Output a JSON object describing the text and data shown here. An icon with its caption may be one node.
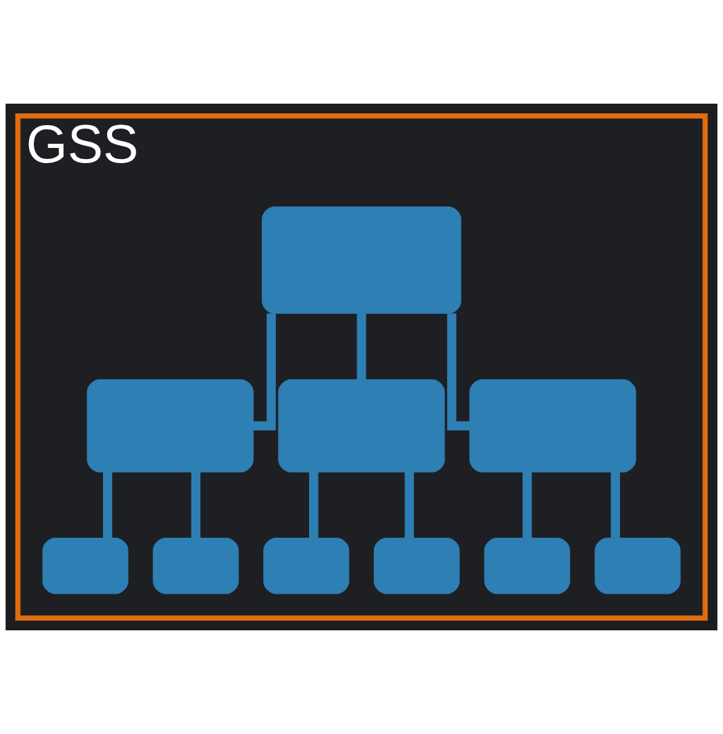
{
  "diagram": {
    "nodes": [
      {
        "text": [
          "GSS"
        ]
      },
      {
        "text": [],
        "shape": "box",
        "in": 0
      },
      {
        "text": [],
        "shape": "box",
        "in": 0
      },
      {
        "text": [],
        "shape": "box",
        "in": 0
      },
      {
        "text": [],
        "shape": "box",
        "in": 0
      },
      {
        "text": [],
        "shape": "box",
        "in": 0
      },
      {
        "text": [],
        "shape": "box",
        "in": 0
      },
      {
        "text": [],
        "shape": "box",
        "in": 0
      },
      {
        "text": [],
        "shape": "box",
        "in": 0
      },
      {
        "text": [],
        "shape": "box",
        "in": 0
      },
      {
        "text": [],
        "shape": "box",
        "in": 0
      }
    ],
    "edges": [
      {
        "from": 1,
        "to": 2,
        "arrow": "none"
      },
      {
        "from": 1,
        "to": 3,
        "arrow": "none"
      },
      {
        "from": 1,
        "to": 4,
        "arrow": "none"
      },
      {
        "from": 2,
        "to": 5,
        "arrow": "none"
      },
      {
        "from": 2,
        "to": 6,
        "arrow": "none"
      },
      {
        "from": 3,
        "to": 7,
        "arrow": "none"
      },
      {
        "from": 3,
        "to": 8,
        "arrow": "none"
      },
      {
        "from": 4,
        "to": 9,
        "arrow": "none"
      },
      {
        "from": 4,
        "to": 10,
        "arrow": "none"
      }
    ]
  }
}
